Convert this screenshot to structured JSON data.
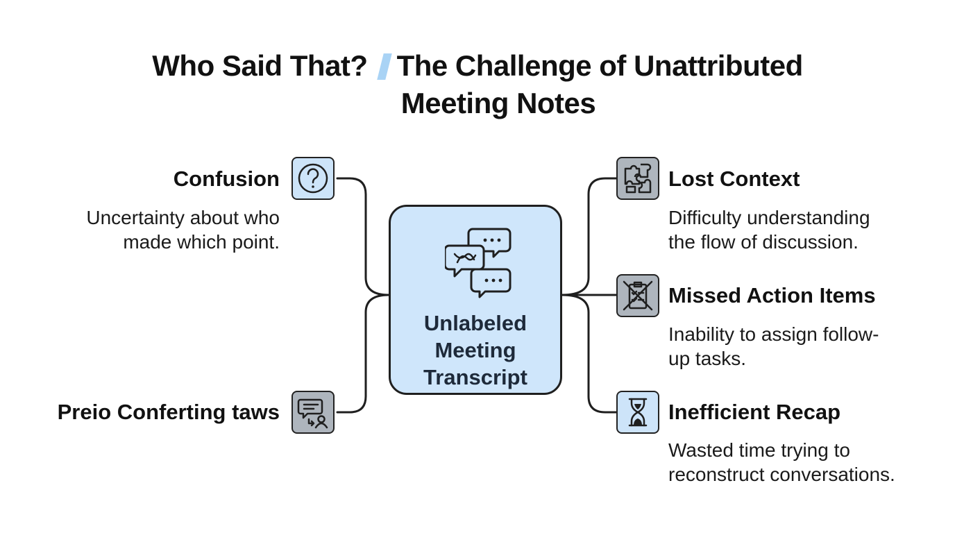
{
  "title": {
    "line1_a": "Who Said That?",
    "line1_b": "The Challenge of Unattributed",
    "line2": "Meeting Notes"
  },
  "center": {
    "label_lines": [
      "Unlabeled",
      "Meeting",
      "Transcript"
    ],
    "icon": "chat-bubbles-icon",
    "fill_color": "#cfe6fb"
  },
  "left_items": [
    {
      "title": "Confusion",
      "desc_lines": [
        "Uncertainty about who",
        "made which point."
      ],
      "icon": "question-circle-icon",
      "icon_color": "#cde4f9"
    },
    {
      "title": "Preio Conferting taws",
      "desc_lines": [],
      "icon": "message-user-icon",
      "icon_color": "#aeb5bd"
    }
  ],
  "right_items": [
    {
      "title": "Lost Context",
      "desc_lines": [
        "Difficulty understanding",
        "the flow of discussion."
      ],
      "icon": "puzzle-icon",
      "icon_color": "#aeb5bd"
    },
    {
      "title": "Missed Action Items",
      "desc_lines": [
        "Inability to assign follow-",
        "up tasks."
      ],
      "icon": "crossed-checklist-icon",
      "icon_color": "#aeb5bd"
    },
    {
      "title": "Inefficient Recap",
      "desc_lines": [
        "Wasted time trying to",
        "reconstruct conversations."
      ],
      "icon": "hourglass-icon",
      "icon_color": "#cde4f9"
    }
  ]
}
